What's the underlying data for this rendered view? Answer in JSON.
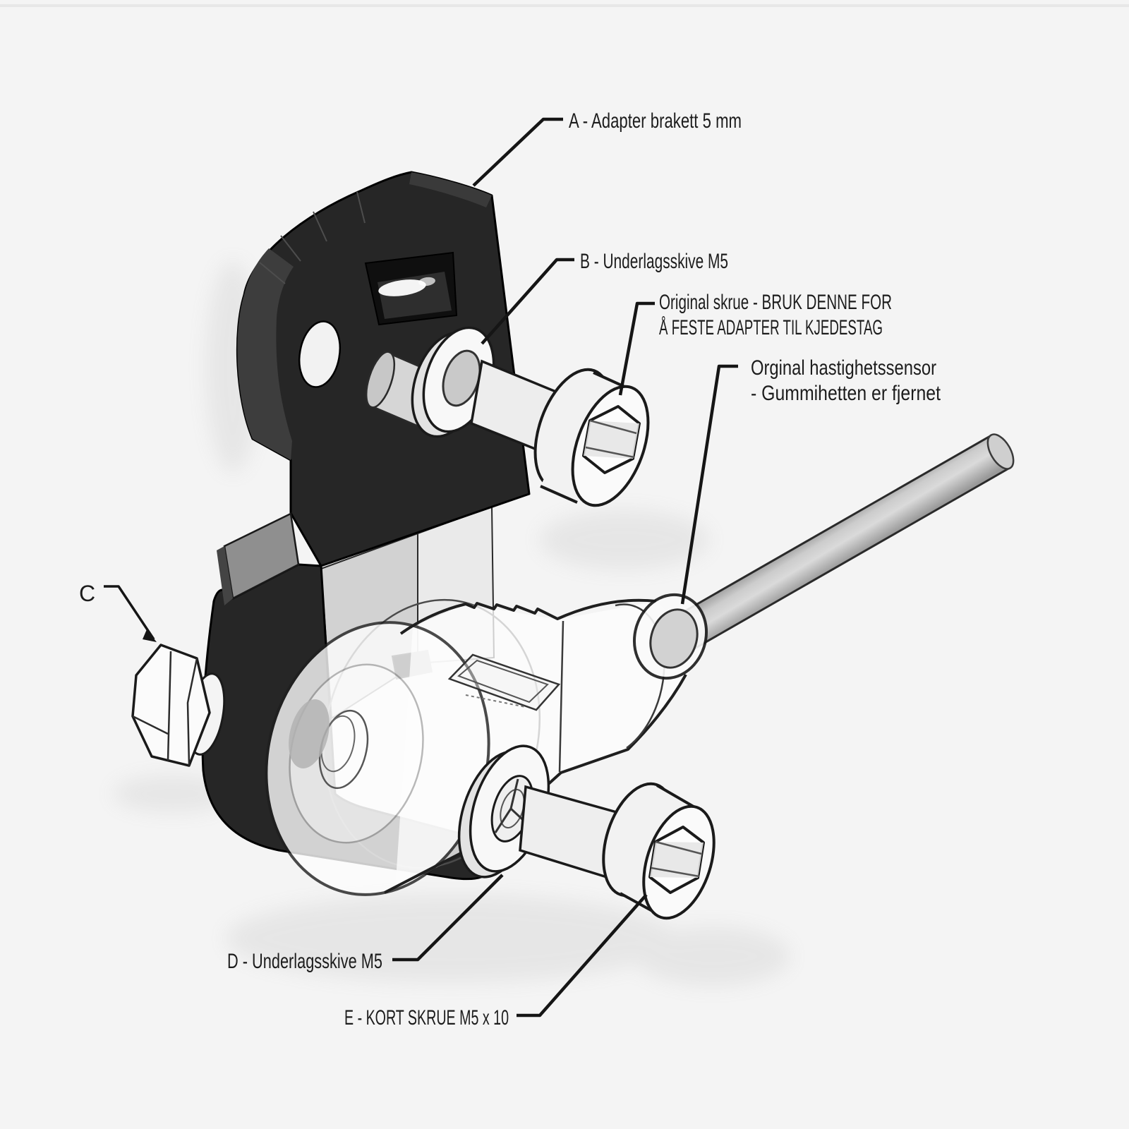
{
  "diagram": {
    "background_color": "#f4f4f4",
    "outline_color": "#1a1a1a",
    "bracket_color": "#262626",
    "metal_color": "#f6f6f6",
    "rod_color": "#bfbfbf",
    "labels": {
      "a": "A - Adapter brakett 5 mm",
      "b": "B - Underlagsskive M5",
      "original_screw_1": "Original skrue - BRUK DENNE FOR",
      "original_screw_2": "Å FESTE ADAPTER TIL KJEDESTAG",
      "sensor_1": "Orginal hastighetssensor",
      "sensor_2": "-  Gummihetten er fjernet",
      "c": "C",
      "d": "D - Underlagsskive M5",
      "e": "E - KORT SKRUE M5 x 10"
    }
  }
}
